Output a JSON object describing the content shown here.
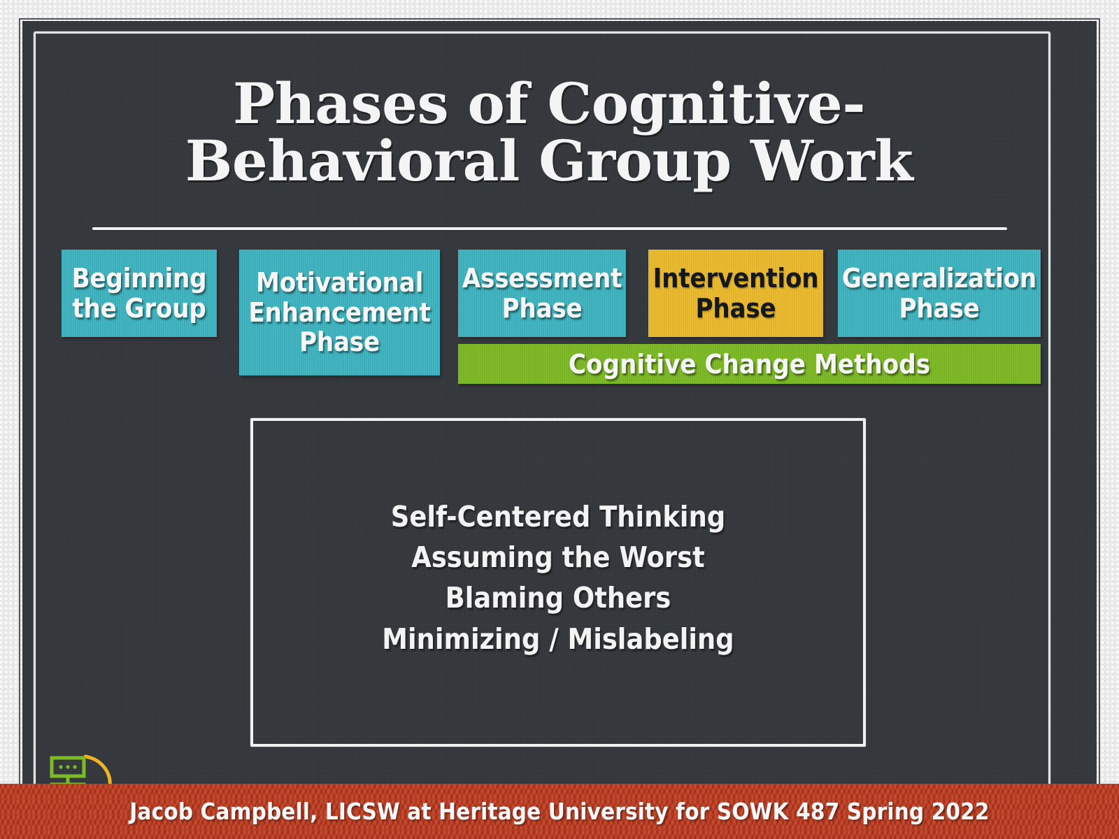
{
  "slide": {
    "title": "Phases of Cognitive-Behavioral Group Work",
    "title_line1": "Phases of Cognitive-",
    "title_line2": "Behavioral Group Work"
  },
  "phases": [
    {
      "id": "beginning",
      "label": "Beginning\nthe Group",
      "color": "#3eb6c2",
      "text_color": "#f6f6f6",
      "highlighted": false
    },
    {
      "id": "motivational",
      "label": "Motivational\nEnhancement\nPhase",
      "color": "#3eb6c2",
      "text_color": "#f6f6f6",
      "highlighted": false
    },
    {
      "id": "assessment",
      "label": "Assessment\nPhase",
      "color": "#3eb6c2",
      "text_color": "#f6f6f6",
      "highlighted": false
    },
    {
      "id": "intervention",
      "label": "Intervention\nPhase",
      "color": "#eebb2c",
      "text_color": "#16191b",
      "highlighted": true
    },
    {
      "id": "generalization",
      "label": "Generalization\nPhase",
      "color": "#3eb6c2",
      "text_color": "#f6f6f6",
      "highlighted": false
    }
  ],
  "methods_bar": {
    "label": "Cognitive Change Methods",
    "color": "#7dba25",
    "text_color": "#f6f6f6"
  },
  "content_box": {
    "items": [
      "Self-Centered Thinking",
      "Assuming the Worst",
      "Blaming Others",
      "Minimizing / Mislabeling"
    ],
    "border_color": "#f1f1f1"
  },
  "footer": {
    "text": "Jacob Campbell, LICSW at Heritage University for SOWK 487 Spring 2022",
    "background_color": "#c0391c",
    "text_color": "#f7f7f7",
    "logo": {
      "name": "head-profile-thought-diagram-logo",
      "head_color": "#f0b323",
      "diagram_color": "#7dba25"
    }
  },
  "theme": {
    "board_color": "#35393d",
    "margin_color": "#e9e9e9",
    "chalk_color": "#f2f2f2"
  }
}
